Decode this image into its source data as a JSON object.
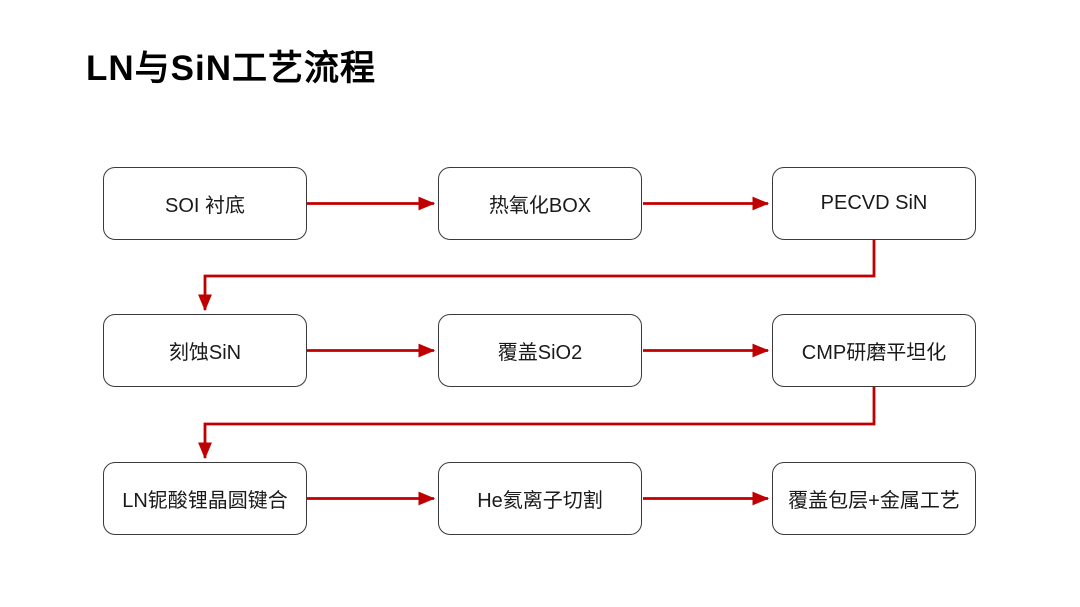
{
  "title": "LN与SiN工艺流程",
  "colors": {
    "arrow": "#c00000",
    "box_border": "#3a3a3a",
    "box_fill": "#ffffff",
    "text": "#1a1a1a",
    "title_color": "#000000",
    "background": "#ffffff"
  },
  "flowchart": {
    "rows": [
      {
        "boxes": [
          {
            "label": "SOI 衬底"
          },
          {
            "label": "热氧化BOX"
          },
          {
            "label": "PECVD SiN"
          }
        ]
      },
      {
        "boxes": [
          {
            "label": "刻蚀SiN"
          },
          {
            "label": "覆盖SiO2"
          },
          {
            "label": "CMP研磨平坦化"
          }
        ]
      },
      {
        "boxes": [
          {
            "label": "LN铌酸锂晶圆键合"
          },
          {
            "label": "He氦离子切割"
          },
          {
            "label": "覆盖包层+金属工艺"
          }
        ]
      }
    ],
    "edges": [
      {
        "from": "SOI 衬底",
        "to": "热氧化BOX"
      },
      {
        "from": "热氧化BOX",
        "to": "PECVD SiN"
      },
      {
        "from": "PECVD SiN",
        "to": "刻蚀SiN"
      },
      {
        "from": "刻蚀SiN",
        "to": "覆盖SiO2"
      },
      {
        "from": "覆盖SiO2",
        "to": "CMP研磨平坦化"
      },
      {
        "from": "CMP研磨平坦化",
        "to": "LN铌酸锂晶圆键合"
      },
      {
        "from": "LN铌酸锂晶圆键合",
        "to": "He氦离子切割"
      },
      {
        "from": "He氦离子切割",
        "to": "覆盖包层+金属工艺"
      }
    ]
  }
}
